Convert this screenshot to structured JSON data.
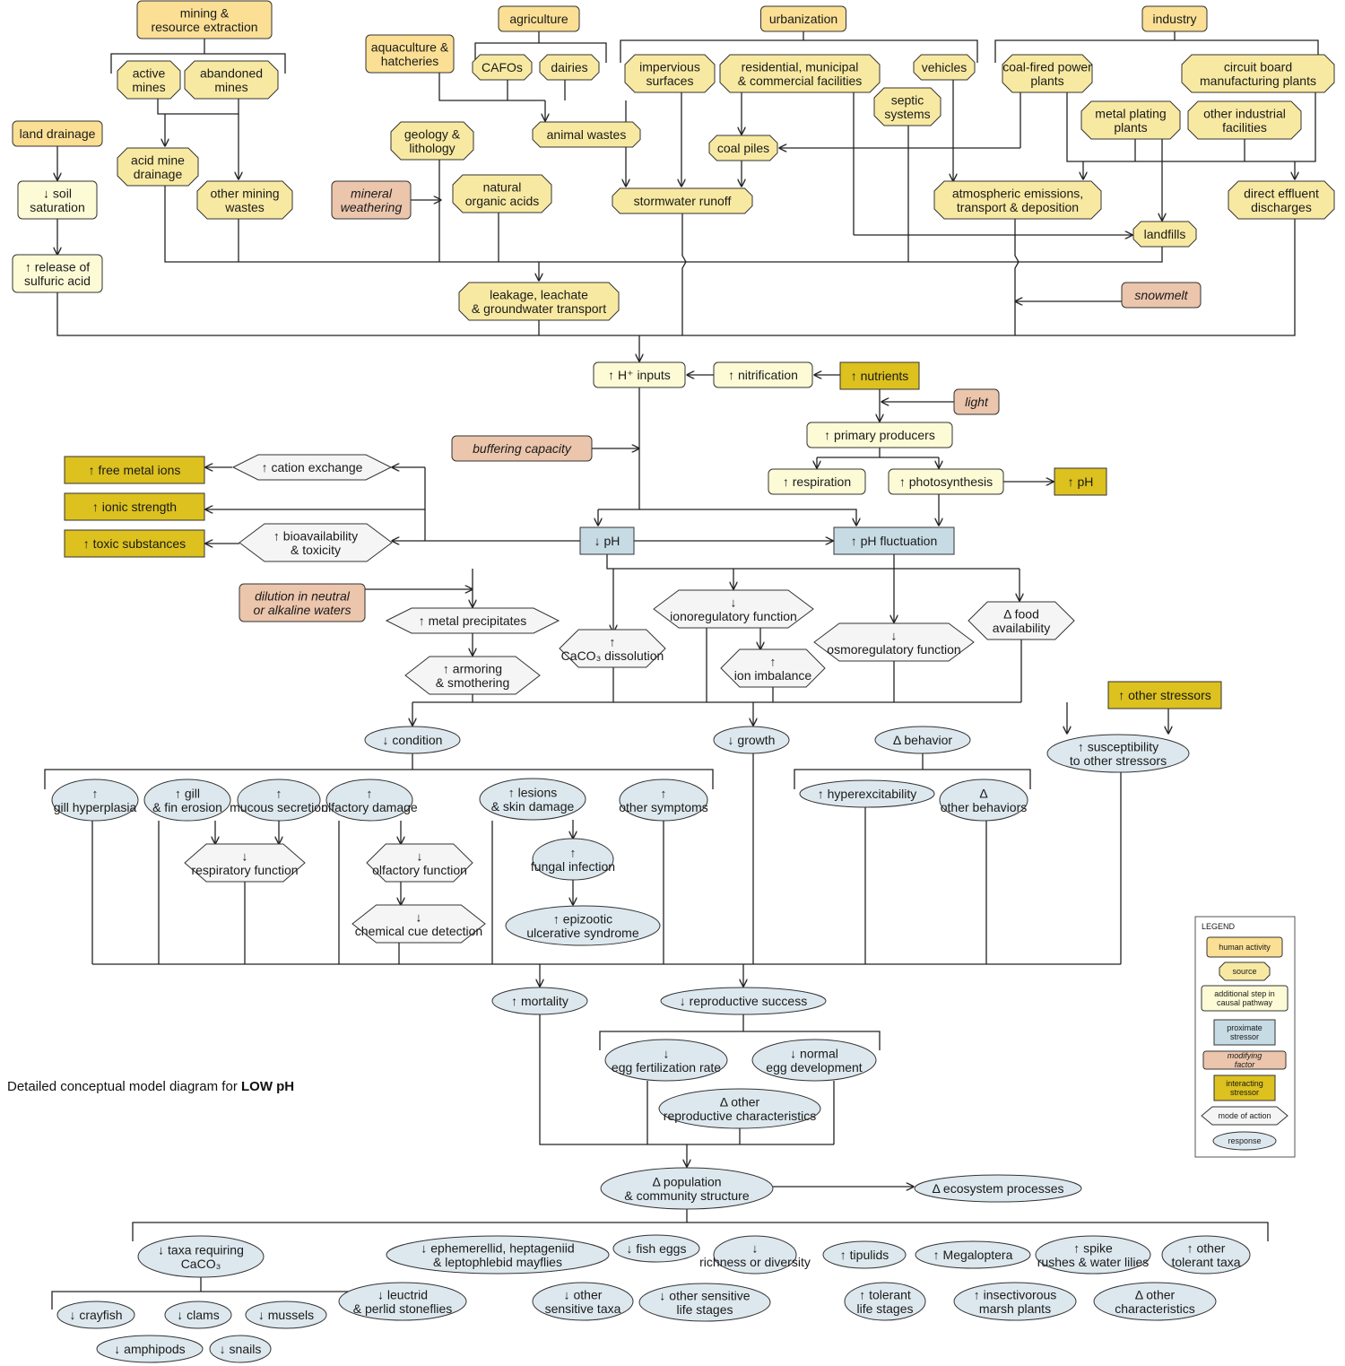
{
  "caption": {
    "prefix": "Detailed conceptual model diagram for ",
    "emphasis": "LOW pH"
  },
  "colors": {
    "human": "#fbdf95",
    "source": "#f8e9a2",
    "step": "#fdfbd6",
    "stressor": "#c7dbe4",
    "modifier": "#ebc5ac",
    "interacting": "#dcc11f",
    "mode": "#f5f5f5",
    "response": "#dde8ee"
  },
  "legend": {
    "title": "LEGEND",
    "items": [
      {
        "type": "human",
        "label": "human activity"
      },
      {
        "type": "source",
        "label": "source"
      },
      {
        "type": "step",
        "label": "additional step in causal pathway"
      },
      {
        "type": "stressor",
        "label": "proximate stressor"
      },
      {
        "type": "modifier",
        "label": "modifying factor"
      },
      {
        "type": "interacting",
        "label": "interacting stressor"
      },
      {
        "type": "mode",
        "label": "mode of action"
      },
      {
        "type": "response",
        "label": "response"
      }
    ]
  },
  "nodes": {
    "mining": {
      "type": "human",
      "text": "mining & resource extraction"
    },
    "agriculture": {
      "type": "human",
      "text": "agriculture"
    },
    "urbanization": {
      "type": "human",
      "text": "urbanization"
    },
    "industry": {
      "type": "human",
      "text": "industry"
    },
    "aquaculture": {
      "type": "human",
      "text": "aquaculture & hatcheries"
    },
    "land_drainage": {
      "type": "human",
      "text": "land drainage"
    },
    "active_mines": {
      "type": "source",
      "text": "active mines"
    },
    "abandoned_mines": {
      "type": "source",
      "text": "abandoned mines"
    },
    "cafos": {
      "type": "source",
      "text": "CAFOs"
    },
    "dairies": {
      "type": "source",
      "text": "dairies"
    },
    "impervious": {
      "type": "source",
      "text": "impervious surfaces"
    },
    "residential": {
      "type": "source",
      "text": "residential, municipal & commercial facilities"
    },
    "vehicles": {
      "type": "source",
      "text": "vehicles"
    },
    "septic": {
      "type": "source",
      "text": "septic systems"
    },
    "coal_power": {
      "type": "source",
      "text": "coal-fired power plants"
    },
    "circuit": {
      "type": "source",
      "text": "circuit board manufacturing plants"
    },
    "metal_plating": {
      "type": "source",
      "text": "metal plating plants"
    },
    "other_industrial": {
      "type": "source",
      "text": "other industrial facilities"
    },
    "acid_mine": {
      "type": "source",
      "text": "acid mine drainage"
    },
    "other_mining": {
      "type": "source",
      "text": "other mining wastes"
    },
    "geology": {
      "type": "source",
      "text": "geology & lithology"
    },
    "animal_wastes": {
      "type": "source",
      "text": "animal wastes"
    },
    "coal_piles": {
      "type": "source",
      "text": "coal piles"
    },
    "natural_acids": {
      "type": "source",
      "text": "natural organic acids"
    },
    "stormwater": {
      "type": "source",
      "text": "stormwater runoff"
    },
    "atmospheric": {
      "type": "source",
      "text": "atmospheric emissions, transport & deposition"
    },
    "direct_effluent": {
      "type": "source",
      "text": "direct effluent discharges"
    },
    "landfills": {
      "type": "source",
      "text": "landfills"
    },
    "leakage": {
      "type": "source",
      "text": "leakage, leachate & groundwater transport"
    },
    "soil_sat": {
      "type": "step",
      "text": "↓ soil saturation"
    },
    "sulfuric": {
      "type": "step",
      "text": "↑ release of sulfuric acid"
    },
    "mineral_weathering": {
      "type": "modifier",
      "text": "mineral weathering"
    },
    "snowmelt": {
      "type": "modifier",
      "text": "snowmelt"
    },
    "h_inputs": {
      "type": "step",
      "text": "↑ H⁺ inputs"
    },
    "nitrification": {
      "type": "step",
      "text": "↑ nitrification"
    },
    "nutrients": {
      "type": "interacting",
      "text": "↑ nutrients"
    },
    "light": {
      "type": "modifier",
      "text": "light"
    },
    "primary_producers": {
      "type": "step",
      "text": "↑ primary producers"
    },
    "buffering": {
      "type": "modifier",
      "text": "buffering capacity"
    },
    "respiration": {
      "type": "step",
      "text": "↑ respiration"
    },
    "photosynthesis": {
      "type": "step",
      "text": "↑ photosynthesis"
    },
    "ph_up": {
      "type": "interacting",
      "text": "↑ pH"
    },
    "free_metal": {
      "type": "interacting",
      "text": "↑ free metal ions"
    },
    "ionic": {
      "type": "interacting",
      "text": "↑ ionic strength"
    },
    "toxic": {
      "type": "interacting",
      "text": "↑ toxic substances"
    },
    "cation_exchange": {
      "type": "mode",
      "text": "↑ cation exchange"
    },
    "bioavailability": {
      "type": "mode",
      "text": "↑ bioavailability & toxicity"
    },
    "ph_down": {
      "type": "stressor",
      "text": "↓ pH"
    },
    "ph_fluct": {
      "type": "stressor",
      "text": "↑ pH fluctuation"
    },
    "dilution": {
      "type": "modifier",
      "text": "dilution in neutral or alkaline waters"
    },
    "metal_precip": {
      "type": "mode",
      "text": "↑ metal precipitates"
    },
    "caco3_diss": {
      "type": "mode",
      "text": "↑ CaCO₃ dissolution"
    },
    "ionoreg": {
      "type": "mode",
      "text": "↓ ionoregulatory function"
    },
    "osmoreg": {
      "type": "mode",
      "text": "↓ osmoregulatory function"
    },
    "food": {
      "type": "mode",
      "text": "Δ food availability"
    },
    "armoring": {
      "type": "mode",
      "text": "↑ armoring & smothering"
    },
    "ion_imbalance": {
      "type": "mode",
      "text": "↑ ion imbalance"
    },
    "other_stressors": {
      "type": "interacting",
      "text": "↑ other stressors"
    },
    "condition": {
      "type": "response",
      "text": "↓ condition"
    },
    "growth": {
      "type": "response",
      "text": "↓ growth"
    },
    "behavior": {
      "type": "response",
      "text": "Δ behavior"
    },
    "susceptibility": {
      "type": "response",
      "text": "↑ susceptibility to other stressors"
    },
    "gill_hyper": {
      "type": "response",
      "text": "↑ gill hyperplasia"
    },
    "gill_fin": {
      "type": "response",
      "text": "↑ gill & fin erosion"
    },
    "mucous": {
      "type": "response",
      "text": "↑ mucous secretion"
    },
    "olfactory_dmg": {
      "type": "response",
      "text": "↑ olfactory damage"
    },
    "lesions": {
      "type": "response",
      "text": "↑ lesions & skin damage"
    },
    "other_symptoms": {
      "type": "response",
      "text": "↑ other symptoms"
    },
    "hyperexcit": {
      "type": "response",
      "text": "↑ hyperexcitability"
    },
    "other_behaviors": {
      "type": "response",
      "text": "Δ other behaviors"
    },
    "respiratory": {
      "type": "mode",
      "text": "↓ respiratory function"
    },
    "olfactory_fn": {
      "type": "mode",
      "text": "↓ olfactory function"
    },
    "chemical_cue": {
      "type": "mode",
      "text": "↓ chemical cue detection"
    },
    "fungal": {
      "type": "response",
      "text": "↑ fungal infection"
    },
    "eus": {
      "type": "response",
      "text": "↑ epizootic ulcerative syndrome"
    },
    "mortality": {
      "type": "response",
      "text": "↑ mortality"
    },
    "reproductive": {
      "type": "response",
      "text": "↓ reproductive success"
    },
    "egg_fert": {
      "type": "response",
      "text": "↓ egg fertilization rate"
    },
    "normal_egg": {
      "type": "response",
      "text": "↓ normal egg development"
    },
    "other_repro": {
      "type": "response",
      "text": "Δ other reproductive characteristics"
    },
    "population": {
      "type": "response",
      "text": "Δ population & community structure"
    },
    "ecosystem": {
      "type": "response",
      "text": "Δ ecosystem processes"
    },
    "taxa_caco3": {
      "type": "response",
      "text": "↓ taxa requiring CaCO₃"
    },
    "mayflies": {
      "type": "response",
      "text": "↓ ephemerellid, heptageniid & leptophlebid mayflies"
    },
    "fish_eggs": {
      "type": "response",
      "text": "↓ fish eggs"
    },
    "richness": {
      "type": "response",
      "text": "↓ richness or diversity"
    },
    "tipulids": {
      "type": "response",
      "text": "↑ tipulids"
    },
    "megaloptera": {
      "type": "response",
      "text": "↑ Megaloptera"
    },
    "spike_rushes": {
      "type": "response",
      "text": "↑ spike rushes & water lilies"
    },
    "other_tolerant": {
      "type": "response",
      "text": "↑ other tolerant taxa"
    },
    "stoneflies": {
      "type": "response",
      "text": "↓ leuctrid & perlid stoneflies"
    },
    "other_sensitive_taxa": {
      "type": "response",
      "text": "↓ other sensitive taxa"
    },
    "other_sensitive_life": {
      "type": "response",
      "text": "↓ other sensitive life stages"
    },
    "tolerant_life": {
      "type": "response",
      "text": "↑ tolerant life stages"
    },
    "insectivorous": {
      "type": "response",
      "text": "↑ insectivorous marsh plants"
    },
    "other_chars": {
      "type": "response",
      "text": "Δ other characteristics"
    },
    "crayfish": {
      "type": "response",
      "text": "↓ crayfish"
    },
    "clams": {
      "type": "response",
      "text": "↓ clams"
    },
    "mussels": {
      "type": "response",
      "text": "↓ mussels"
    },
    "amphipods": {
      "type": "response",
      "text": "↓ amphipods"
    },
    "snails": {
      "type": "response",
      "text": "↓ snails"
    }
  }
}
